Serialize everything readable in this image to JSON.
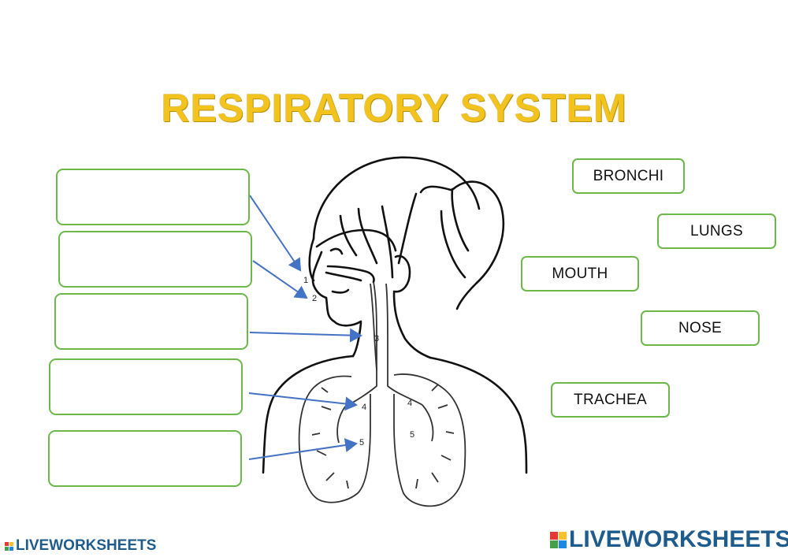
{
  "title": "RESPIRATORY SYSTEM",
  "answer_boxes": [
    {
      "number": 1,
      "value": ""
    },
    {
      "number": 2,
      "value": ""
    },
    {
      "number": 3,
      "value": ""
    },
    {
      "number": 4,
      "value": ""
    },
    {
      "number": 5,
      "value": ""
    }
  ],
  "word_bank": [
    "BRONCHI",
    "LUNGS",
    "MOUTH",
    "NOSE",
    "TRACHEA"
  ],
  "diagram_labels": [
    "1",
    "2",
    "3",
    "4",
    "4",
    "5",
    "5"
  ],
  "colors": {
    "title": "#f2c21d",
    "box_border": "#6cb84a",
    "arrow": "#4472c4",
    "logo": "#1f5c8e"
  },
  "watermarks": {
    "left": "LIVEWORKSHEETS",
    "right": "LIVEWORKSHEETS"
  }
}
